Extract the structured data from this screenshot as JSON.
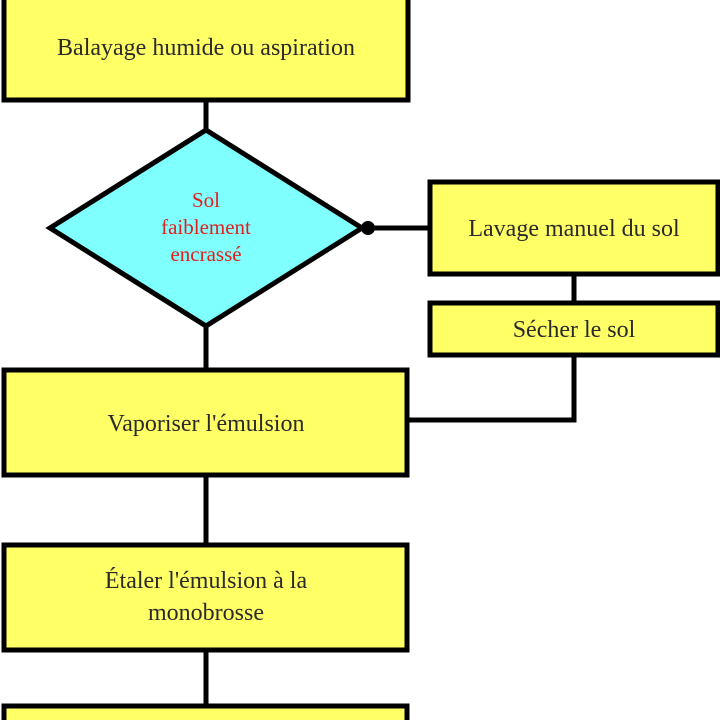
{
  "colors": {
    "process_fill": "#ffff66",
    "decision_fill": "#80ffff",
    "decision_text": "#e0201c",
    "outline": "#000000"
  },
  "flowchart": {
    "steps": {
      "sweep": {
        "line1": "Balayage humide ou aspiration"
      },
      "decision": {
        "line1": "Sol",
        "line2": "faiblement",
        "line3": "encrassé"
      },
      "manual_wash": {
        "line1": "Lavage manuel du sol"
      },
      "dry_floor": {
        "line1": "Sécher le sol"
      },
      "spray": {
        "line1": "Vaporiser l'émulsion"
      },
      "spread": {
        "line1": "Étaler l'émulsion à la",
        "line2": "monobrosse"
      }
    }
  }
}
